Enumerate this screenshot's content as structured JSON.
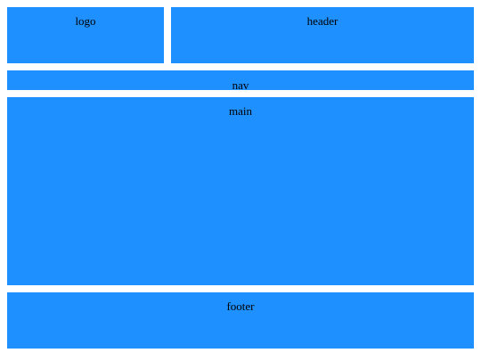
{
  "layout": {
    "logo": "logo",
    "header": "header",
    "nav": "nav",
    "main": "main",
    "footer": "footer"
  },
  "colors": {
    "box_fill": "#1e90ff",
    "background": "#ffffff",
    "text": "#000000"
  }
}
